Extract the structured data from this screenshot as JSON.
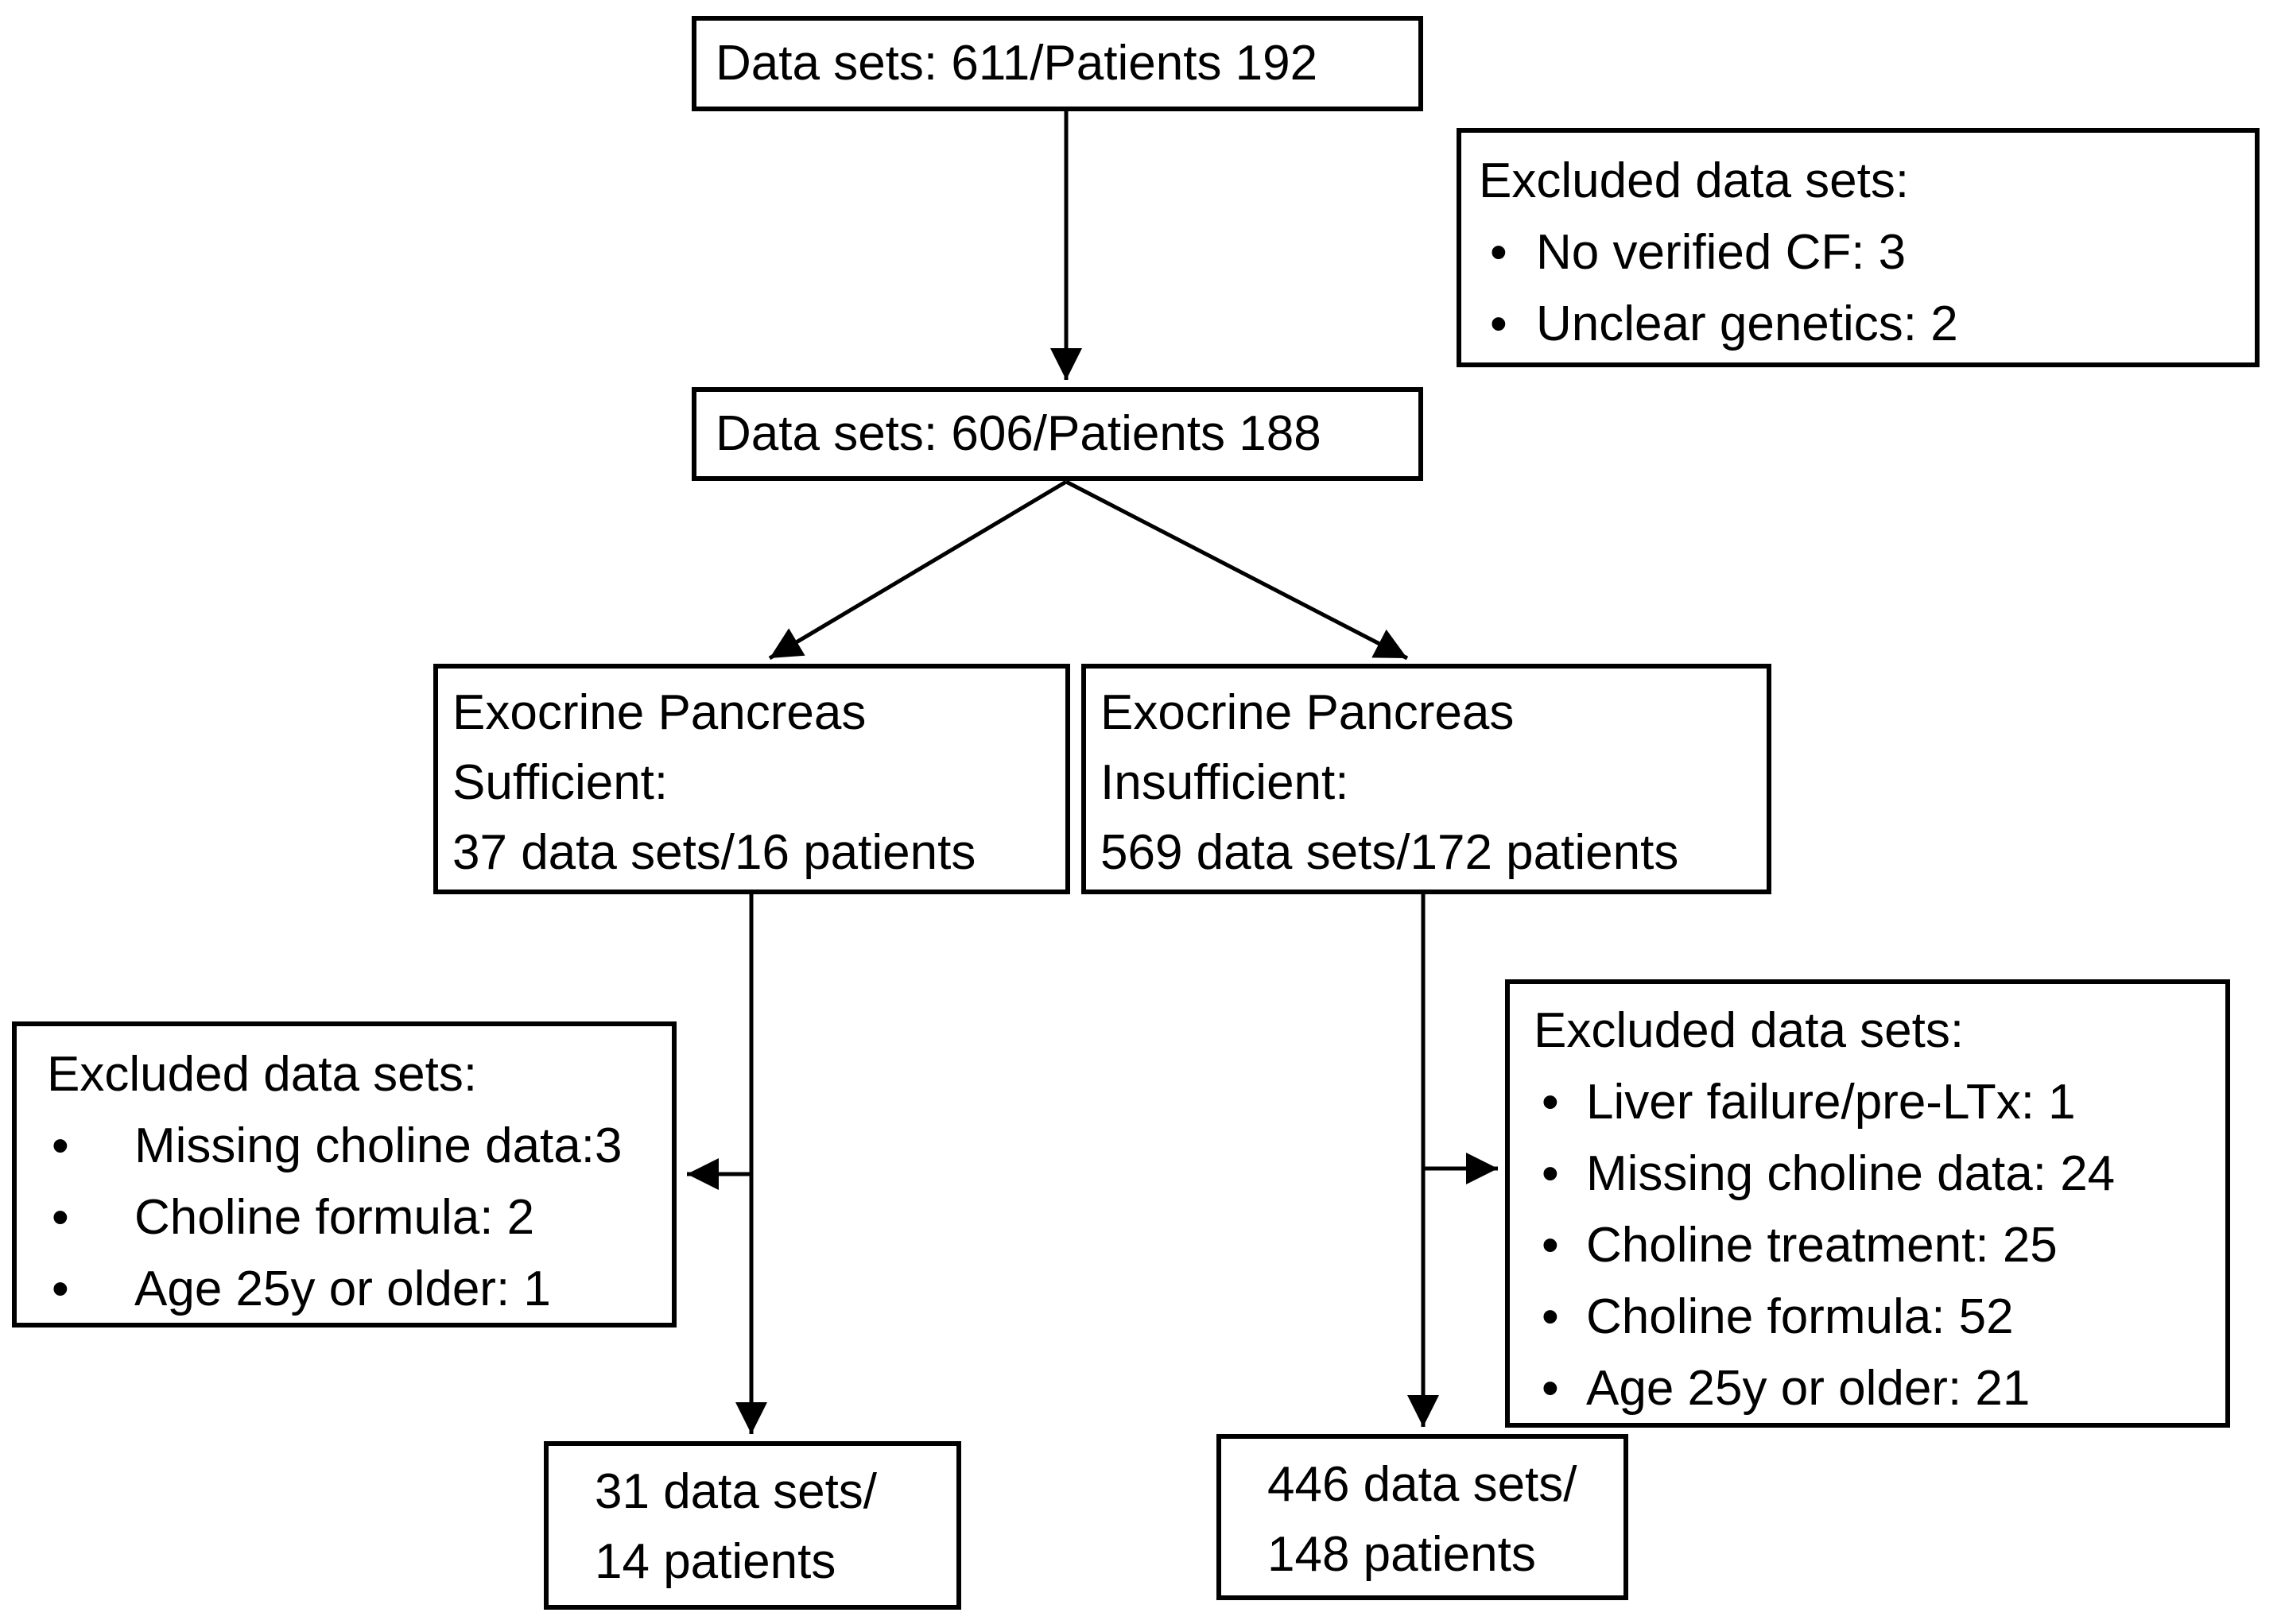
{
  "diagram": {
    "colors": {
      "background": "#ffffff",
      "line": "#000000",
      "box_border": "#000000",
      "text": "#000000"
    },
    "bullet_char": "•",
    "boxes": {
      "total": {
        "text": "Data sets: 611/Patients 192"
      },
      "verified": {
        "text": "Data sets: 606/Patients 188"
      },
      "excluded_top": {
        "title": "Excluded data sets:",
        "items": [
          "No verified CF: 3",
          "Unclear genetics: 2"
        ]
      },
      "pancreas_sufficient": {
        "lines": [
          "Exocrine Pancreas",
          "Sufficient:",
          "37 data sets/16 patients"
        ]
      },
      "pancreas_insufficient": {
        "lines": [
          "Exocrine Pancreas",
          "Insufficient:",
          "569 data sets/172 patients"
        ]
      },
      "excluded_left": {
        "title": "Excluded data sets:",
        "items": [
          "Missing choline data:3",
          "Choline formula: 2",
          "Age 25y or older: 1"
        ]
      },
      "excluded_right": {
        "title": "Excluded data sets:",
        "items": [
          "Liver failure/pre-LTx: 1",
          "Missing choline data: 24",
          "Choline treatment: 25",
          "Choline formula: 52",
          "Age 25y or older: 21"
        ]
      },
      "final_left": {
        "lines": [
          "31 data sets/",
          "14 patients"
        ]
      },
      "final_right": {
        "lines": [
          "446 data sets/",
          "148 patients"
        ]
      }
    }
  }
}
